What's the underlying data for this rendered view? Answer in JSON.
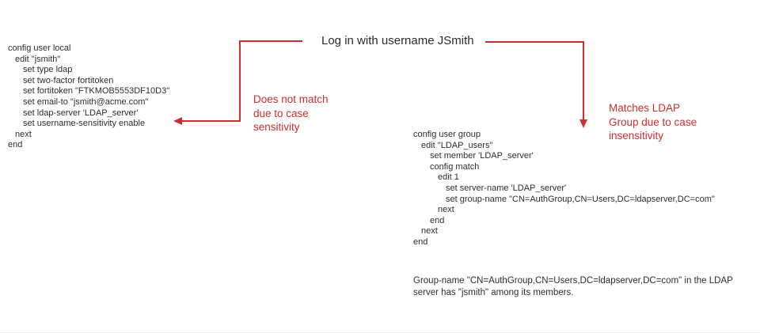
{
  "colors": {
    "accent_red": "#c9302f",
    "text": "#2d2d2d",
    "background": "#ffffff"
  },
  "title": {
    "text": "Log in with username JSmith"
  },
  "left_annotation": {
    "lines": [
      "Does not match",
      "due to case",
      "sensitivity"
    ]
  },
  "right_annotation": {
    "lines": [
      "Matches LDAP",
      "Group due to case",
      "insensitivity"
    ]
  },
  "left_config": {
    "lines": [
      "config user local",
      "edit \"jsmith\"",
      "set type ldap",
      "set two-factor fortitoken",
      "set fortitoken \"FTKMOB5553DF10D3\"",
      "set email-to \"jsmith@acme.com\"",
      "set ldap-server 'LDAP_server'",
      "set username-sensitivity enable",
      "next",
      "end"
    ]
  },
  "right_config": {
    "lines": [
      "config user group",
      "edit \"LDAP_users\"",
      "set member 'LDAP_server'",
      "config match",
      "edit 1",
      "set server-name 'LDAP_server'",
      "set group-name \"CN=AuthGroup,CN=Users,DC=ldapserver,DC=com\"",
      "next",
      "end",
      "next",
      "end"
    ]
  },
  "caption": {
    "text": "Group-name \"CN=AuthGroup,CN=Users,DC=ldapserver,DC=com\" in the LDAP server has \"jsmith\" among its members."
  },
  "icons": {
    "left_arrowhead": "arrow-left",
    "right_arrowhead": "arrow-down"
  }
}
